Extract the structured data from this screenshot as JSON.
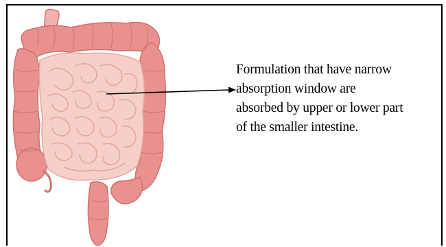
{
  "annotation": {
    "lines": [
      "Formulation that have narrow",
      "absorption window are",
      "absorbed by upper or lower part",
      "of the smaller intestine."
    ]
  },
  "illustration": {
    "icon": "intestine-icon",
    "colors": {
      "colon_fill": "#e8918f",
      "colon_outline": "#d0716f",
      "small_intestine_fill": "#f6cfc9",
      "small_intestine_fold": "#e3a8a2",
      "stomach_stub": "#f0b3ae"
    }
  },
  "arrow": {
    "color": "#000000"
  }
}
